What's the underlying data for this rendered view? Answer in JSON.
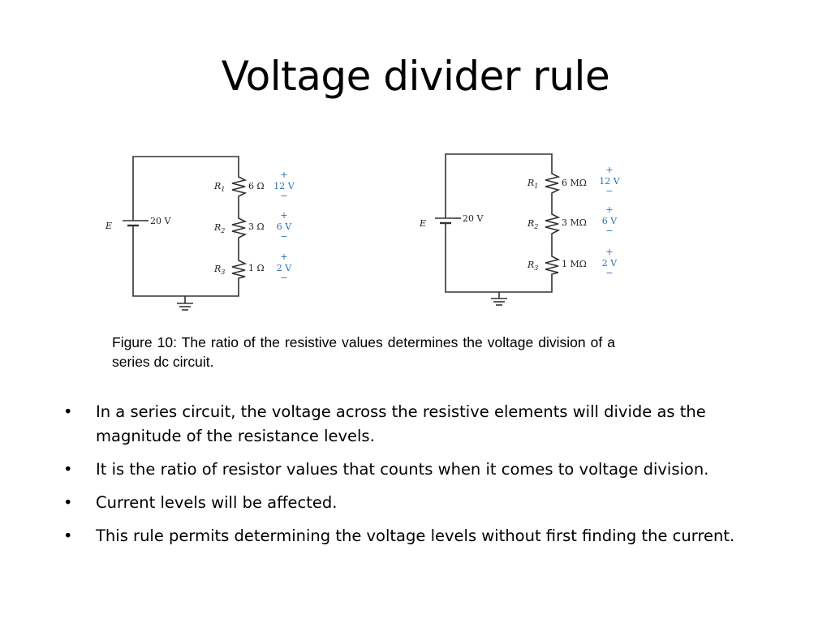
{
  "slide": {
    "title": "Voltage divider rule",
    "caption": "Figure 10: The ratio of the resistive values determines the voltage division of a series dc circuit.",
    "bullet_symbol": "•",
    "bullets": [
      "In a series circuit, the voltage across the resistive elements will divide as the magnitude of the resistance levels.",
      "It is the ratio of resistor values that counts when it comes to voltage division.",
      "Current levels will be affected.",
      "This rule permits determining the voltage levels without first finding the current."
    ]
  },
  "circuits": [
    {
      "source_label": "E",
      "source_value": "20 V",
      "resistors": [
        {
          "name": "R",
          "sub": "1",
          "value": "6 Ω",
          "voltage": "12 V"
        },
        {
          "name": "R",
          "sub": "2",
          "value": "3 Ω",
          "voltage": "6 V"
        },
        {
          "name": "R",
          "sub": "3",
          "value": "1 Ω",
          "voltage": "2 V"
        }
      ]
    },
    {
      "source_label": "E",
      "source_value": "20 V",
      "resistors": [
        {
          "name": "R",
          "sub": "1",
          "value": "6 MΩ",
          "voltage": "12 V"
        },
        {
          "name": "R",
          "sub": "2",
          "value": "3 MΩ",
          "voltage": "6 V"
        },
        {
          "name": "R",
          "sub": "3",
          "value": "1 MΩ",
          "voltage": "2 V"
        }
      ]
    }
  ],
  "colors": {
    "wire": "#333333",
    "polarity": "#2a6fb5"
  }
}
